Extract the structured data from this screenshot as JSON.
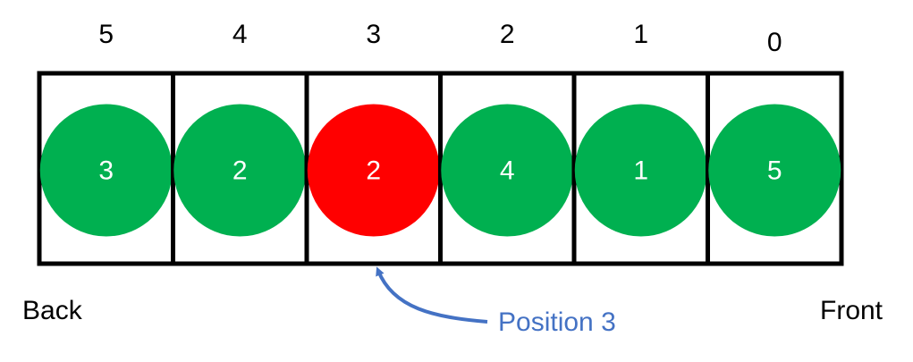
{
  "queue": {
    "cells": [
      {
        "index_label": "5",
        "value": "3",
        "highlighted": false
      },
      {
        "index_label": "4",
        "value": "2",
        "highlighted": false
      },
      {
        "index_label": "3",
        "value": "2",
        "highlighted": true
      },
      {
        "index_label": "2",
        "value": "4",
        "highlighted": false
      },
      {
        "index_label": "1",
        "value": "1",
        "highlighted": false
      },
      {
        "index_label": "0",
        "value": "5",
        "highlighted": false
      }
    ]
  },
  "labels": {
    "back": "Back",
    "front": "Front",
    "pointer": "Position 3"
  },
  "colors": {
    "normal_fill": "#00b050",
    "highlight_fill": "#ff0000",
    "arrow": "#4472c4",
    "pointer_text": "#4472c4",
    "border": "#000000",
    "circle_text": "#ffffff",
    "label_text": "#000000"
  }
}
